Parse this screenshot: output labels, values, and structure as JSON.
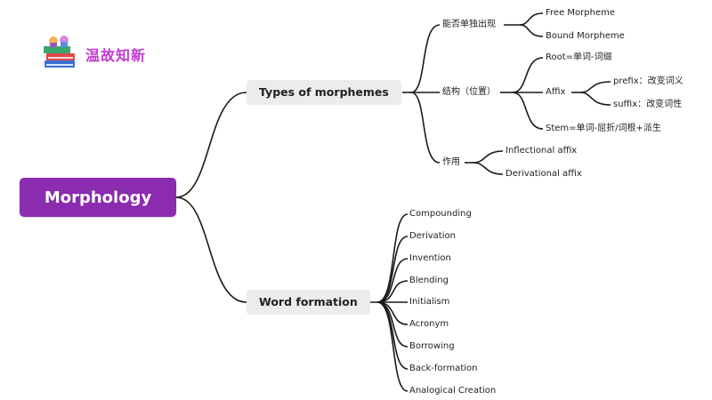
{
  "logo": {
    "text": "温故知新",
    "icon": "books-icon",
    "accent": "#c23ad3"
  },
  "root": {
    "label": "Morphology",
    "color": "#8a2bb0"
  },
  "types": {
    "label": "Types of morphemes",
    "independence": {
      "label": "能否单独出现",
      "children": [
        "Free Morpheme",
        "Bound Morpheme"
      ]
    },
    "structure": {
      "label": "结构（位置）",
      "root_label": "Root=单词-词缀",
      "affix": {
        "label": "Affix",
        "prefix": "prefix：改变词义",
        "suffix": "suffix：改变词性"
      },
      "stem_label": "Stem=单词-屈折/词根+派生"
    },
    "function": {
      "label": "作用",
      "children": [
        "Inflectional affix",
        "Derivational affix"
      ]
    }
  },
  "word_formation": {
    "label": "Word formation",
    "children": [
      "Compounding",
      "Derivation",
      "Invention",
      "Blending",
      "Initialism",
      "Acronym",
      "Borrowing",
      "Back-formation",
      "Analogical Creation"
    ]
  }
}
